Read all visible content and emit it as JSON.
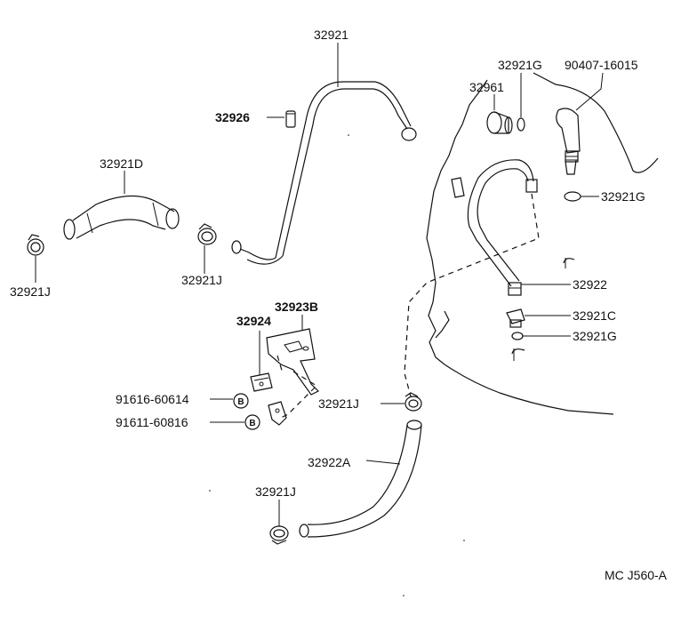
{
  "labels": {
    "p32921": "32921",
    "p32921G_top": "32921G",
    "p90407": "90407-16015",
    "p32961": "32961",
    "p32926": "32926",
    "p32921D": "32921D",
    "p32921G_right": "32921G",
    "p32921J_left": "32921J",
    "p32921J_mid": "32921J",
    "p32922": "32922",
    "p32923B": "32923B",
    "p32924": "32924",
    "p32921C": "32921C",
    "p32921G_low": "32921G",
    "p91616": "91616-60614",
    "p32921J_center": "32921J",
    "p91611": "91611-60816",
    "p32922A": "32922A",
    "p32921J_bottom": "32921J",
    "catalog_code": "MC J560-A"
  },
  "symbols": {
    "bolt_mark_1": "B",
    "bolt_mark_2": "B"
  }
}
